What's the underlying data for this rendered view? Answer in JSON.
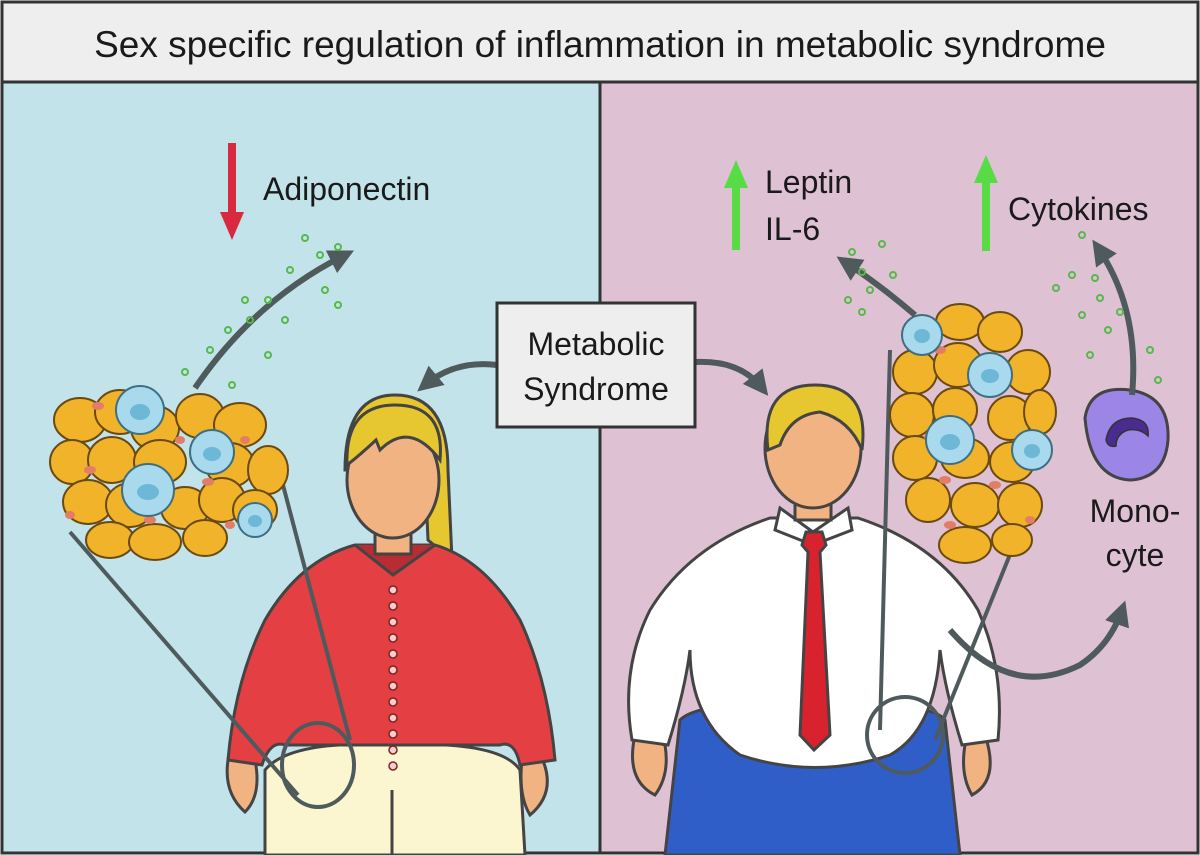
{
  "title": "Sex specific regulation of inflammation in metabolic syndrome",
  "center_box": {
    "line1": "Metabolic",
    "line2": "Syndrome"
  },
  "left_panel": {
    "marker_label": "Adiponectin",
    "marker_direction": "down",
    "marker_color": "#d8293f",
    "background": "#c1e3e9"
  },
  "right_panel": {
    "marker1_lines": [
      "Leptin",
      "IL-6"
    ],
    "marker1_direction": "up",
    "marker2_label": "Cytokines",
    "marker2_direction": "up",
    "marker_color": "#57dc45",
    "cell_label_lines": [
      "Mono-",
      "cyte"
    ],
    "background": "#dfc1d4"
  },
  "colors": {
    "adipocyte": "#f0b32a",
    "macrophage": "#a9d9ec",
    "monocyte": "#9b86e8",
    "secretion_dot": "#56b94a",
    "arrow": "#4f5a5d",
    "female_shirt": "#e43f43",
    "male_pants": "#2f5ec9",
    "tie": "#d8232f",
    "skin": "#f2b382",
    "hair": "#e6c72f"
  }
}
